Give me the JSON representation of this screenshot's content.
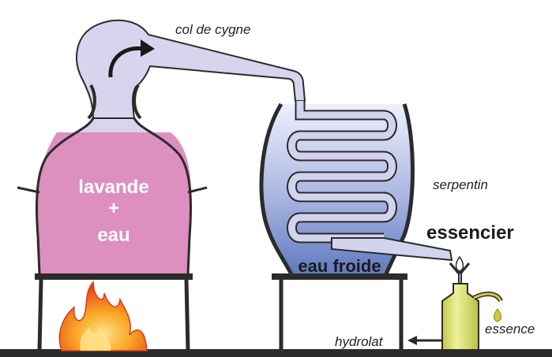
{
  "labels": {
    "col_de_cygne": "col de cygne",
    "serpentin": "serpentin",
    "essencier": "essencier",
    "essence": "essence",
    "hydrolat": "hydrolat",
    "eau_froide": "eau froide",
    "lavande": "lavande",
    "plus": "+",
    "eau": "eau"
  },
  "colors": {
    "still_mixture": "#dd8fbf",
    "vapor": "#d7d4ee",
    "condenser_water_top": "#eef0fb",
    "condenser_water_bottom": "#5f79bf",
    "coil": "#d2d4ee",
    "flask": "#d8de6a",
    "essence_drop": "#d5c83c",
    "fire_outer": "#e8461c",
    "fire_inner": "#f9b233",
    "outline": "#2b2b2b"
  },
  "icons": [
    "flame-icon",
    "curved-arrow-icon",
    "drop-icon",
    "outlet-arrow-icon"
  ]
}
